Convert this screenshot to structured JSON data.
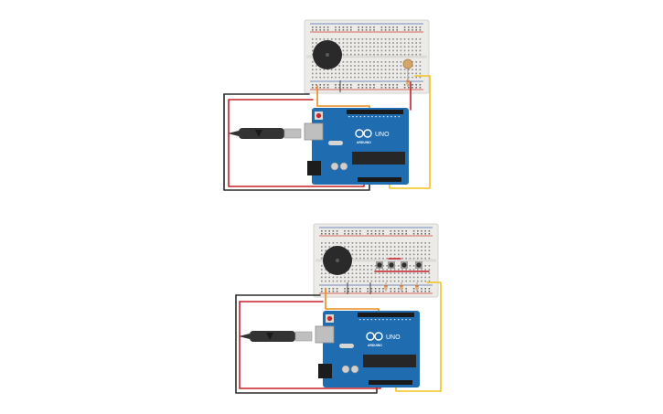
{
  "circuits": [
    {
      "id": "circuit-1",
      "board": {
        "brand": "ARDUINO",
        "model": "UNO"
      },
      "parts": [
        "breadboard",
        "piezo-buzzer",
        "photoresistor",
        "usb-cable"
      ]
    },
    {
      "id": "circuit-2",
      "board": {
        "brand": "ARDUINO",
        "model": "UNO"
      },
      "parts": [
        "breadboard",
        "piezo-buzzer",
        "push-button-1",
        "push-button-2",
        "push-button-3",
        "push-button-4",
        "resistor-1",
        "resistor-2",
        "resistor-3",
        "usb-cable"
      ],
      "button_count": 4
    }
  ],
  "colors": {
    "background": "#ffffff",
    "breadboard": "#ecebe8",
    "breadboard_border": "#d4d3cf",
    "rail_red": "#d23b2f",
    "rail_blue": "#4a6fb0",
    "board_blue": "#1f6db0",
    "board_dark": "#155a93",
    "wire_red": "#c8202a",
    "wire_black": "#2b2b2b",
    "wire_yellow": "#f2c21b",
    "wire_orange": "#e98b1f",
    "buzzer": "#2a2a2a",
    "chip": "#262626",
    "cable": "#333333",
    "usb_metal": "#bfbfbf",
    "button_cap": "#2f2f2f",
    "resistor_body": "#d9b27c",
    "photoresistor": "#d6a56a"
  }
}
